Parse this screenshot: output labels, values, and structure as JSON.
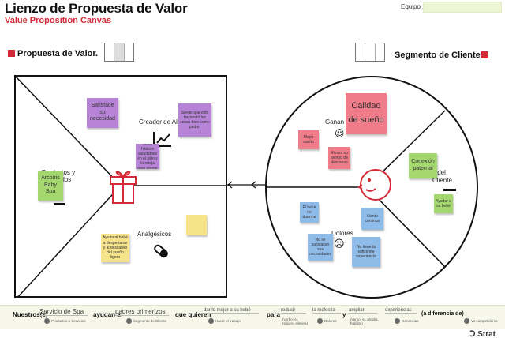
{
  "header": {
    "title": "Lienzo de Propuesta de Valor",
    "subtitle": "Value Proposition Canvas",
    "team_label": "Equipo"
  },
  "sections": {
    "left_title": "Propuesta de Valor.",
    "right_title": "Segmento de Cliente."
  },
  "value_map": {
    "gain_creators_label": "Creador de Al",
    "products_label": "Productos y Servicios",
    "pain_relievers_label": "Analgésicos",
    "notes": {
      "satisface": "Satisface su necesidad",
      "siente": "Siente que esta haciendo las cosas bien como padre.",
      "crea_habitos": "Crea hábitos saludables en el niño y lo relaja para dormir",
      "arcoiris": "Arcoíris Baby Spa",
      "yellow_small": "",
      "ayuda_bebe": "Ayuda al bebé a despertarse y al descanso del sueño ligero"
    }
  },
  "customer_profile": {
    "gains_label": "Ganan",
    "jobs_label": "s del Cliente",
    "pains_label": "Dolores",
    "notes": {
      "calidad": "Calidad de sueño",
      "mejor_sueno": "Mejor sueño",
      "ahorra": "Ahorra su tiempo de descanso",
      "conexion": "Conexión paternal",
      "green_small": "Ayudar a su bebé",
      "blue_1": "El bebé no duerme",
      "blue_2": "Llanto continuo",
      "blue_3": "No se satisfacen sus necesidades",
      "blue_4": "No tiene la suficiente experiencia"
    }
  },
  "bottom_bar": {
    "nuestros": "Nuestros",
    "product_value": "Servicio de Spa",
    "ayudan_a": "ayudan a",
    "segment_value": "padres primerizos",
    "que_quieren": "que quieren",
    "job_value": "dar lo mejor a su bebé",
    "para": "para",
    "reducir": "reducir",
    "pain_value": "la molestia",
    "y": "y",
    "ampliar": "ampliar",
    "gain_value": "experiencias",
    "diferencia": "(a diferencia de)",
    "sub_products": "Productos o Servicios",
    "sub_segment": "Segmento de Cliente",
    "sub_job": "Hacer el trabajo",
    "sub_verbs_reduce": "(verbo: ej. reduce, elimina)",
    "sub_pains": "Dolores",
    "sub_verbs_amplify": "(verbo: ej. amplia, habilita)",
    "sub_gains": "Ganancias",
    "sub_competitors": "Vs competidores"
  },
  "footer": {
    "logo": "Strat"
  },
  "colors": {
    "accent_red": "#d42a37",
    "purple": "#b783d6",
    "green": "#a4d86e",
    "yellow": "#f6e38a",
    "pink": "#f07c8a",
    "blue": "#8fbbe9"
  }
}
